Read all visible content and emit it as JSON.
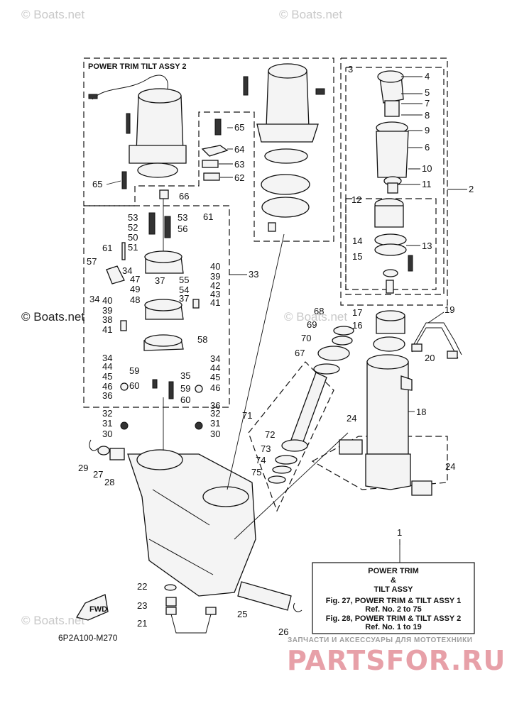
{
  "watermarks": {
    "top_left": "© Boats.net",
    "top_right": "© Boats.net",
    "mid_left": "© Boats.net",
    "mid_center": "© Boats.net",
    "bottom_left": "© Boats.net"
  },
  "assembly_header": "POWER TRIM TILT ASSY 2",
  "diagram_code": "6P2A100-M270",
  "fwd_label": "FWD",
  "title_box": {
    "line1": "POWER TRIM",
    "line2": "&",
    "line3": "TILT ASSY",
    "line4": "Fig. 27, POWER TRIM & TILT ASSY 1",
    "line5": "Ref. No. 2 to 75",
    "line6": "Fig. 28, POWER TRIM & TILT ASSY 2",
    "line7": "Ref. No. 1 to 19"
  },
  "site_tagline": "ЗАПЧАСТИ И АКСЕССУАРЫ ДЛЯ МОТОТЕХНИКИ",
  "site_logo": "PARTSFOR.RU",
  "callouts": {
    "c1": "1",
    "c2": "2",
    "c3": "3",
    "c4": "4",
    "c5": "5",
    "c6": "6",
    "c7": "7",
    "c8": "8",
    "c9": "9",
    "c10": "10",
    "c11": "11",
    "c12": "12",
    "c13": "13",
    "c14": "14",
    "c15": "15",
    "c16": "16",
    "c17": "17",
    "c18": "18",
    "c19": "19",
    "c20": "20",
    "c21": "21",
    "c22": "22",
    "c23": "23",
    "c24a": "24",
    "c24b": "24",
    "c25": "25",
    "c26": "26",
    "c27": "27",
    "c28": "28",
    "c29": "29",
    "c30a": "30",
    "c30b": "30",
    "c31a": "31",
    "c31b": "31",
    "c32a": "32",
    "c32b": "32",
    "c33": "33",
    "c34a": "34",
    "c34b": "34",
    "c34c": "34",
    "c34d": "34",
    "c35": "35",
    "c36a": "36",
    "c36b": "36",
    "c37a": "37",
    "c37b": "37",
    "c38": "38",
    "c39a": "39",
    "c39b": "39",
    "c40a": "40",
    "c40b": "40",
    "c41a": "41",
    "c41b": "41",
    "c42": "42",
    "c43": "43",
    "c44a": "44",
    "c44b": "44",
    "c45a": "45",
    "c45b": "45",
    "c46a": "46",
    "c46b": "46",
    "c47": "47",
    "c48": "48",
    "c49": "49",
    "c50": "50",
    "c51": "51",
    "c52": "52",
    "c53a": "53",
    "c53b": "53",
    "c54": "54",
    "c55": "55",
    "c56": "56",
    "c57": "57",
    "c58": "58",
    "c59a": "59",
    "c59b": "59",
    "c60a": "60",
    "c60b": "60",
    "c61a": "61",
    "c61b": "61",
    "c62": "62",
    "c63": "63",
    "c64": "64",
    "c65a": "65",
    "c65b": "65",
    "c66": "66",
    "c67": "67",
    "c68": "68",
    "c69": "69",
    "c70": "70",
    "c71": "71",
    "c72": "72",
    "c73": "73",
    "c74": "74",
    "c75": "75"
  }
}
